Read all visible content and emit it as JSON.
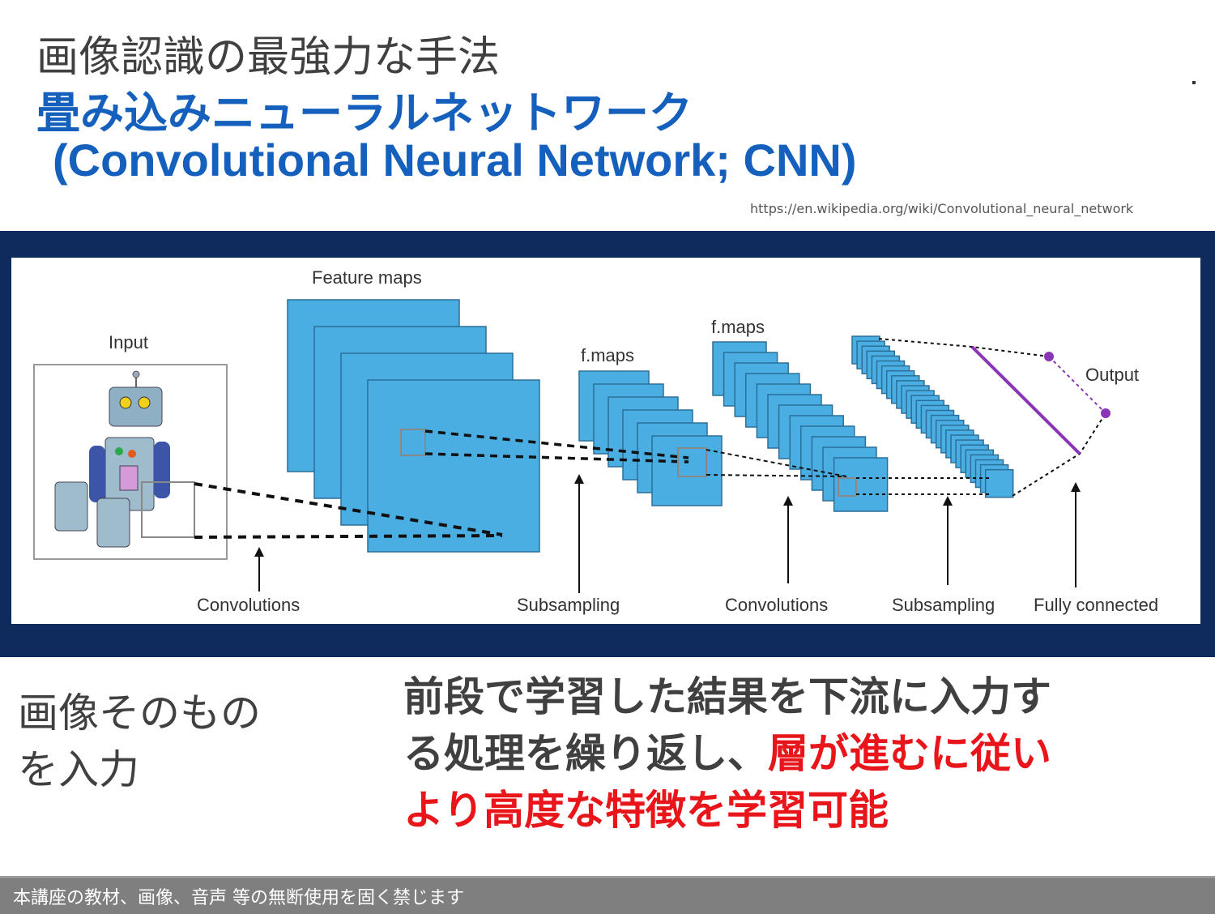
{
  "title": {
    "line1": "画像認識の最強力な手法",
    "line2": "畳み込みニューラルネットワーク",
    "line3": "(Convolutional Neural Network; CNN)"
  },
  "source_url": "https://en.wikipedia.org/wiki/Convolutional_neural_network",
  "diagram": {
    "input": "Input",
    "feature_maps": "Feature maps",
    "fmaps1": "f.maps",
    "fmaps2": "f.maps",
    "output": "Output",
    "stages": [
      "Convolutions",
      "Subsampling",
      "Convolutions",
      "Subsampling",
      "Fully connected"
    ],
    "colors": {
      "map": "#4aaee3",
      "navy": "#0f2a5c",
      "purple": "#8a35b8"
    }
  },
  "left_text": {
    "line1": "画像そのもの",
    "line2": "を入力"
  },
  "main_text": {
    "line1": "前段で学習した結果を下流に入力す",
    "line2a": "る処理を繰り返し、",
    "line2b": "層が進むに従い",
    "line3": "より高度な特徴を学習可能"
  },
  "footer": "本講座の教材、画像、音声 等の無断使用を固く禁じます"
}
